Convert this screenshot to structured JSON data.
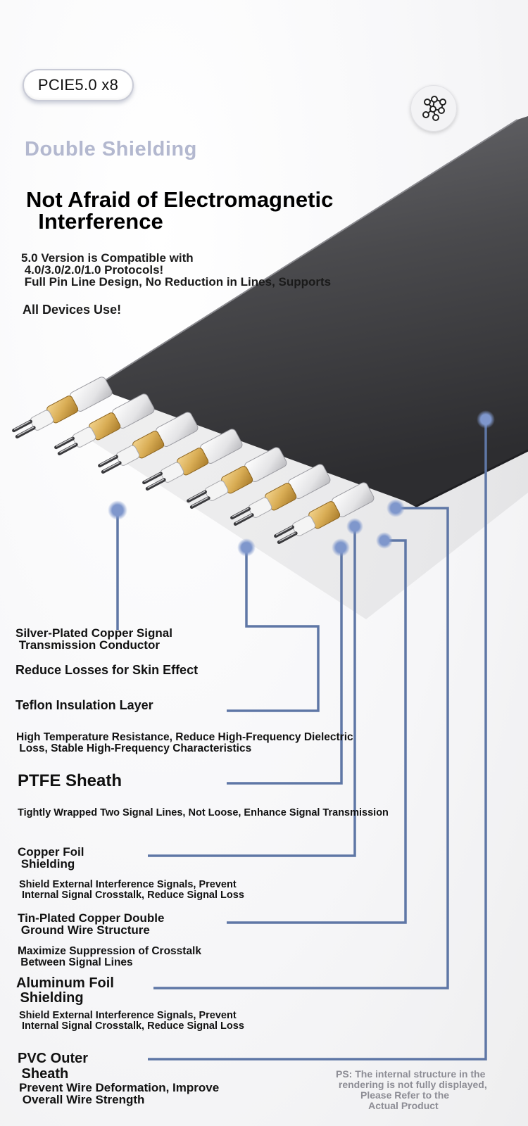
{
  "badge": {
    "text": "PCIE5.0  x8"
  },
  "icon": {
    "name": "network-nodes-icon"
  },
  "header": {
    "subtitle": "Double Shielding",
    "title": "Not Afraid of Electromagnetic\n  Interference",
    "desc_line": "5.0 Version is Compatible with\n 4.0/3.0/2.0/1.0 Protocols!\n Full Pin Line Design, No Reduction in Lines, Supports",
    "desc_line2": "All Devices Use!"
  },
  "layers": [
    {
      "label": "Silver-Plated Copper Signal\n Transmission Conductor",
      "desc": "Reduce Losses for Skin Effect"
    },
    {
      "label": "Teflon Insulation Layer",
      "desc": "High Temperature Resistance, Reduce High-Frequency Dielectric\n Loss, Stable High-Frequency Characteristics"
    },
    {
      "label": "PTFE Sheath",
      "desc": "Tightly Wrapped Two Signal Lines, Not Loose, Enhance Signal Transmission"
    },
    {
      "label": "Copper Foil\n Shielding",
      "desc": "Shield External Interference Signals, Prevent\n Internal Signal Crosstalk, Reduce Signal Loss"
    },
    {
      "label": "Tin-Plated Copper Double\n Ground Wire Structure",
      "desc": "Maximize Suppression of Crosstalk\n Between Signal Lines"
    },
    {
      "label": "Aluminum Foil\n Shielding",
      "desc": "Shield External Interference Signals, Prevent\n Internal Signal Crosstalk, Reduce Signal Loss"
    },
    {
      "label": "PVC Outer\n Sheath",
      "desc": "Prevent Wire Deformation, Improve\n Overall Wire Strength"
    }
  ],
  "note": "PS: The internal structure in the\n rendering is not fully displayed,\n         Please Refer to the\n            Actual Product",
  "colors": {
    "leader": "#5f77a6",
    "dot": "#7f97cc",
    "subtitle": "#b3b8cf",
    "sheath": "#3c3c3f",
    "gold": "#d9ad55"
  }
}
